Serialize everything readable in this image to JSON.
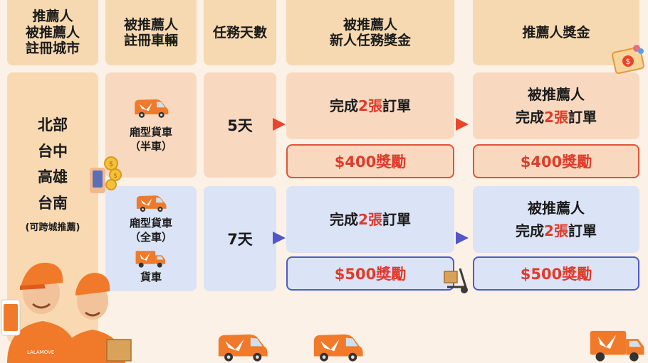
{
  "headers": {
    "col1": [
      "推薦人",
      "被推薦人",
      "註冊城市"
    ],
    "col2": [
      "被推薦人",
      "註冊車輛"
    ],
    "col3": [
      "任務天數"
    ],
    "col4": [
      "被推薦人",
      "新人任務獎金"
    ],
    "col5": [
      "推薦人獎金"
    ]
  },
  "cities": {
    "items": [
      "北部",
      "台中",
      "高雄",
      "台南"
    ],
    "note": "(可跨城推薦)"
  },
  "rows": [
    {
      "vehicles": [
        [
          "廂型貨車",
          "（半車）"
        ]
      ],
      "days": "5天",
      "referee_task": {
        "prefix": "完成",
        "highlight": "2張",
        "suffix": "訂單"
      },
      "referee_reward": "$400獎勵",
      "referrer_task": {
        "line1": "被推薦人",
        "prefix": "完成",
        "highlight": "2張",
        "suffix": "訂單"
      },
      "referrer_reward": "$400獎勵"
    },
    {
      "vehicles": [
        [
          "廂型貨車",
          "（全車）"
        ],
        [
          "貨車"
        ]
      ],
      "days": "7天",
      "referee_task": {
        "prefix": "完成",
        "highlight": "2張",
        "suffix": "訂單"
      },
      "referee_reward": "$500獎勵",
      "referrer_task": {
        "line1": "被推薦人",
        "prefix": "完成",
        "highlight": "2張",
        "suffix": "訂單"
      },
      "referrer_reward": "$500獎勵"
    }
  ],
  "brand": {
    "name": "LALAMOVE"
  },
  "colors": {
    "accent_red": "#e03b2a",
    "peach": "#f8d9c0",
    "blue": "#dbe3f6",
    "header": "#f6d9b0",
    "van_orange": "#f07a2a"
  },
  "icons": [
    "van-icon",
    "truck-icon",
    "coins-icon",
    "cart-icon",
    "gift-coupon-icon",
    "mascot-illustration"
  ]
}
